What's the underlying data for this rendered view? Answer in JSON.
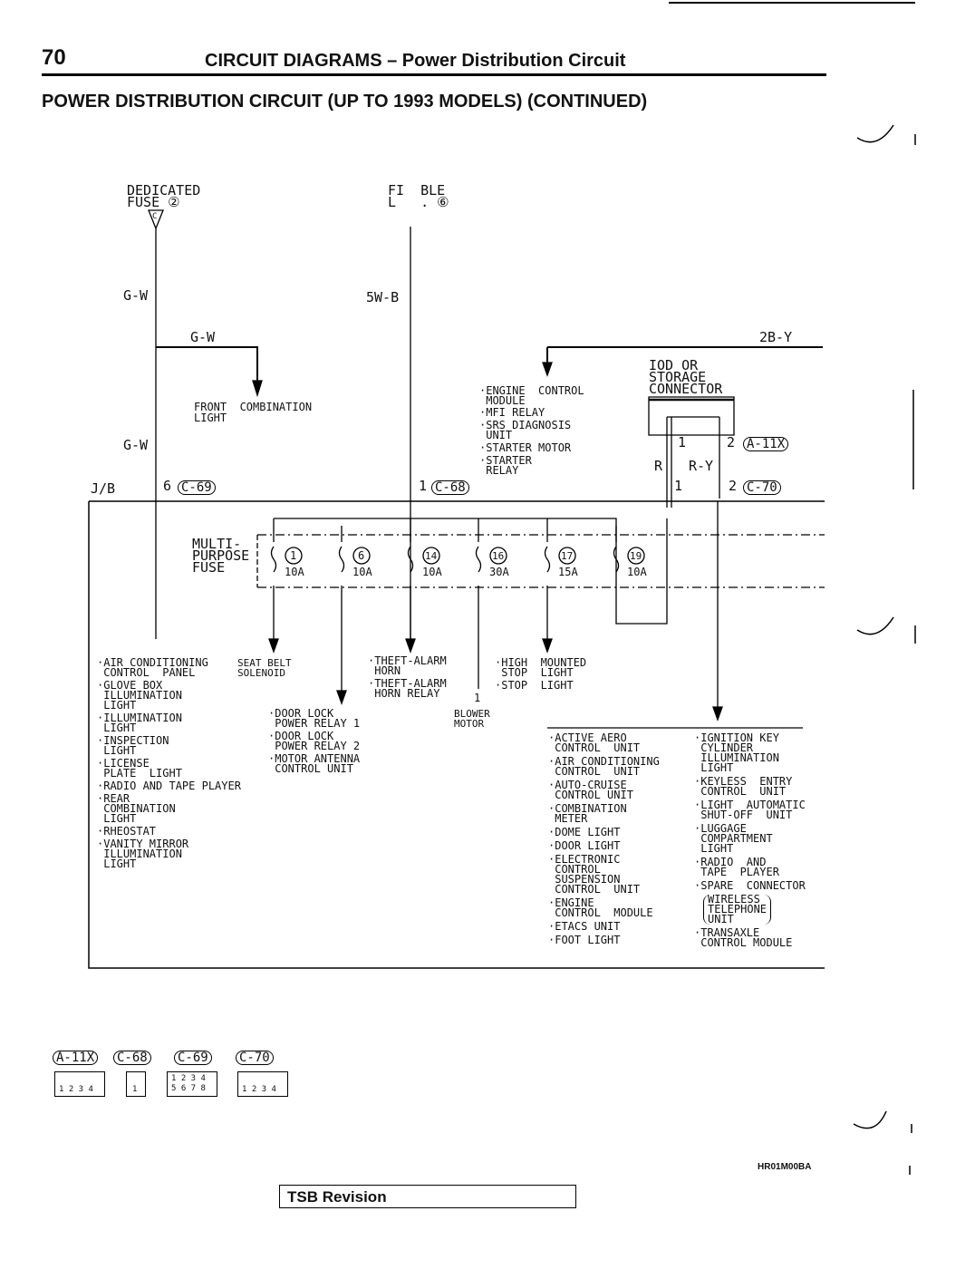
{
  "header": {
    "page_number": "70",
    "title": "CIRCUIT DIAGRAMS – Power Distribution Circuit",
    "section": "POWER DISTRIBUTION CIRCUIT (UP TO 1993 MODELS) (CONTINUED)"
  },
  "top_sources": {
    "dedicated_fuse": "DEDICATED\nFUSE ②",
    "dedicated_fuse_tag": "C",
    "fusible_link": "FI  BLE\nL   . ⑥"
  },
  "wires": {
    "g_w_1": "G-W",
    "g_w_2": "G-W",
    "g_w_3": "G-W",
    "w5_b": "5W-B",
    "b2_y": "2B-Y",
    "r": "R",
    "r_y": "R-Y"
  },
  "front_combination": "FRONT  COMBINATION\nLIGHT",
  "engine_list": [
    "·ENGINE  CONTROL\n MODULE",
    "·MFI RELAY",
    "·SRS DIAGNOSIS\n UNIT",
    "·STARTER MOTOR",
    "·STARTER\n RELAY"
  ],
  "iod": {
    "label": "IOD OR\nSTORAGE\nCONNECTOR",
    "pin1": "1",
    "pin2": "2",
    "conn_a11x": "A-11X",
    "pin1b": "1",
    "pin2b": "2",
    "conn_c70": "C-70"
  },
  "jb": {
    "label": "J/B",
    "pin6": "6",
    "conn_c69": "C-69",
    "pin1": "1",
    "conn_c68": "C-68"
  },
  "mpf": {
    "label": "MULTI-\nPURPOSE\nFUSE",
    "fuses": [
      {
        "num": "1",
        "amp": "10A"
      },
      {
        "num": "6",
        "amp": "10A"
      },
      {
        "num": "14",
        "amp": "10A"
      },
      {
        "num": "16",
        "amp": "30A"
      },
      {
        "num": "17",
        "amp": "15A"
      },
      {
        "num": "19",
        "amp": "10A"
      }
    ]
  },
  "loads": {
    "col1": [
      "·AIR CONDITIONING\n CONTROL  PANEL",
      "·GLOVE BOX\n ILLUMINATION\n LIGHT",
      "·ILLUMINATION\n LIGHT",
      "·INSPECTION\n LIGHT",
      "·LICENSE\n PLATE  LIGHT",
      "·RADIO AND TAPE PLAYER",
      "·REAR\n COMBINATION\n LIGHT",
      "·RHEOSTAT",
      "·VANITY MIRROR\n ILLUMINATION\n LIGHT"
    ],
    "seat_belt": "SEAT BELT\nSOLENOID",
    "door": [
      "·DOOR LOCK\n POWER RELAY 1",
      "·DOOR LOCK\n POWER RELAY 2",
      "·MOTOR ANTENNA\n CONTROL UNIT"
    ],
    "theft": [
      "·THEFT-ALARM\n HORN",
      "·THEFT-ALARM\n HORN RELAY"
    ],
    "blower_num": "1",
    "blower": "BLOWER\nMOTOR",
    "stop": [
      "·HIGH  MOUNTED\n STOP  LIGHT",
      "·STOP  LIGHT"
    ],
    "col_mid": [
      "·ACTIVE AERO\n CONTROL  UNIT",
      "·AIR CONDITIONING\n CONTROL  UNIT",
      "·AUTO-CRUISE\n CONTROL UNIT",
      "·COMBINATION\n METER",
      "·DOME LIGHT",
      "·DOOR LIGHT",
      "·ELECTRONIC\n CONTROL\n SUSPENSION\n CONTROL  UNIT",
      "·ENGINE\n CONTROL  MODULE",
      "·ETACS UNIT",
      "·FOOT LIGHT"
    ],
    "col_right": [
      "·IGNITION KEY\n CYLINDER\n ILLUMINATION\n LIGHT",
      "·KEYLESS  ENTRY\n CONTROL  UNIT",
      "·LIGHT  AUTOMATIC\n SHUT-OFF  UNIT",
      "·LUGGAGE\n COMPARTMENT\n LIGHT",
      "·RADIO  AND\n TAPE  PLAYER",
      "·SPARE  CONNECTOR",
      "WIRELESS\nTELEPHONE\nUNIT",
      "·TRANSAXLE\n CONTROL MODULE"
    ]
  },
  "connectors": [
    {
      "name": "A-11X",
      "pins": "1 2 3 4"
    },
    {
      "name": "C-68",
      "pins": "1"
    },
    {
      "name": "C-69",
      "pins": "1 2 3 4\n5 6 7 8"
    },
    {
      "name": "C-70",
      "pins": "1 2 3 4"
    }
  ],
  "footer": {
    "code": "HR01M00BA",
    "tsb": "TSB Revision"
  }
}
